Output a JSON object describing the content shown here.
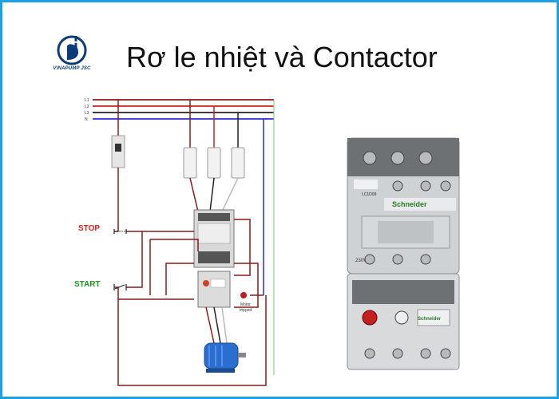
{
  "header": {
    "title": "Rơ le nhiệt và Contactor",
    "logo_text": "VINAPUMP JSC"
  },
  "diagram": {
    "lines": [
      "L1",
      "L2",
      "L3",
      "N"
    ],
    "stop_label": "STOP",
    "start_label": "START",
    "tripped_label_1": "Motor",
    "tripped_label_2": "tripped",
    "colors": {
      "L1": "#8b1a1a",
      "L2": "#d11f1f",
      "L3": "#222222",
      "N": "#2b2bd6",
      "stop": "#e02020",
      "start": "#1a9a1a",
      "motor": "#2a6fd0"
    }
  },
  "product": {
    "brand": "Schneider",
    "brand_lower": "Schneider",
    "model": "LC1D09",
    "voltage": "230V AC"
  },
  "colors": {
    "border": "#1da1e6",
    "logo": "#0b3c7a"
  }
}
